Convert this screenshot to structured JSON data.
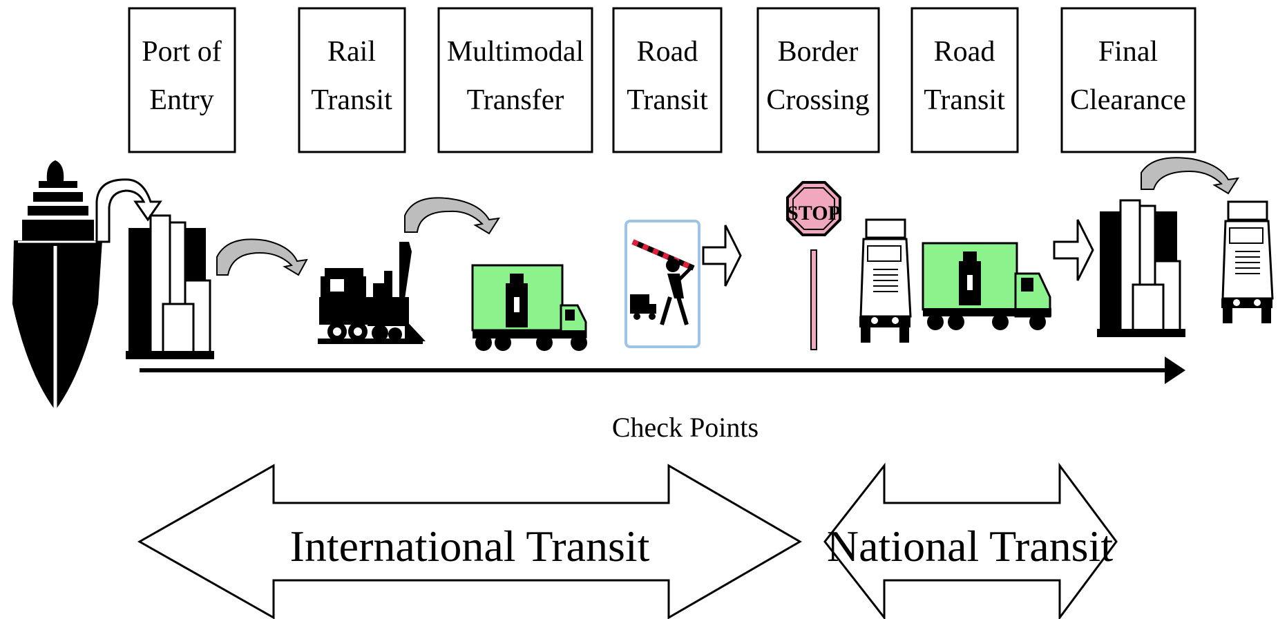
{
  "stages": [
    {
      "line1": "Port of",
      "line2": "Entry"
    },
    {
      "line1": "Rail",
      "line2": "Transit"
    },
    {
      "line1": "Multimodal",
      "line2": "Transfer"
    },
    {
      "line1": "Road",
      "line2": "Transit"
    },
    {
      "line1": "Border",
      "line2": "Crossing"
    },
    {
      "line1": "Road",
      "line2": "Transit"
    },
    {
      "line1": "Final",
      "line2": "Clearance"
    }
  ],
  "axis_label": "Check Points",
  "ranges": {
    "international": "International Transit",
    "national": "National Transit"
  },
  "stop_sign_text": "STOP",
  "colors": {
    "truck_body": "#8cf28c",
    "stop_sign": "#f2a8bc",
    "barrier_stripe": "#e0203a",
    "barrier_frame": "#9cc4e8",
    "curve_arrow": "#bdbdbd"
  },
  "icons": [
    "ship-icon",
    "warehouse-icon",
    "locomotive-icon",
    "truck-icon",
    "customs-barrier-icon",
    "stop-sign-icon",
    "truck-front-icon",
    "truck-icon",
    "warehouse-icon",
    "truck-front-icon"
  ]
}
